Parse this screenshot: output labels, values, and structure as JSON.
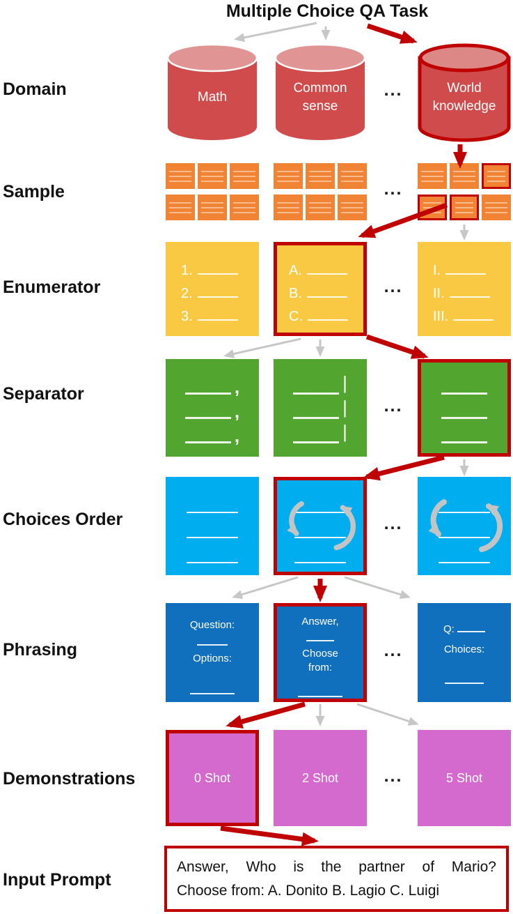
{
  "title": "Multiple Choice QA Task",
  "dots": "...",
  "colors": {
    "accent_red": "#C00000",
    "cylinder_body": "#D04C4C",
    "cylinder_top": "#E09493",
    "sample_orange": "#F08434",
    "enumerator_yellow": "#F9C943",
    "separator_green": "#52A52F",
    "choices_cyan": "#00AEEF",
    "phrasing_blue": "#1170BD",
    "demo_magenta": "#D56ACE",
    "gray_arrow": "#C7C7C7"
  },
  "domain": {
    "label": "Domain",
    "options": [
      "Math",
      "Common sense",
      "World knowledge"
    ]
  },
  "sample": {
    "label": "Sample"
  },
  "enumerator": {
    "label": "Enumerator",
    "options": [
      {
        "i1": "1.",
        "i2": "2.",
        "i3": "3."
      },
      {
        "i1": "A.",
        "i2": "B.",
        "i3": "C."
      },
      {
        "i1": "I.",
        "i2": "II.",
        "i3": "III."
      }
    ]
  },
  "separator": {
    "label": "Separator",
    "options": [
      {
        "suffix": ","
      },
      {
        "suffix": "|"
      },
      {
        "suffix": ""
      }
    ]
  },
  "choices_order": {
    "label": "Choices Order"
  },
  "phrasing": {
    "label": "Phrasing",
    "options": [
      {
        "l1": "Question:",
        "l2": "Options:"
      },
      {
        "l1": "Answer,",
        "l2": "Choose",
        "l3": "from:"
      },
      {
        "l1": "Q:",
        "l2": "Choices:"
      }
    ]
  },
  "demonstrations": {
    "label": "Demonstrations",
    "options": [
      "0 Shot",
      "2 Shot",
      "5 Shot"
    ]
  },
  "input_prompt": {
    "label": "Input Prompt",
    "line1": "Answer, Who is the partner of Mario?",
    "line2": "Choose from: A. Donito B. Lagio C. Luigi"
  }
}
